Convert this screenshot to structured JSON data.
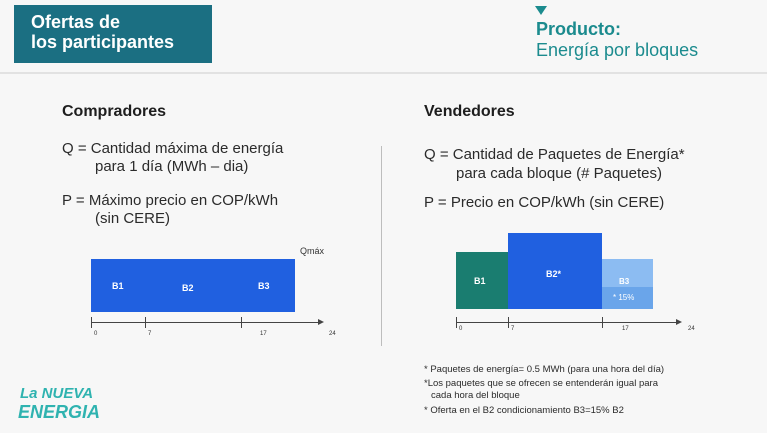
{
  "title": {
    "line1": "Ofertas de",
    "line2": "los participantes"
  },
  "product": {
    "label": "Producto:",
    "value": "Energía por bloques"
  },
  "buyers": {
    "heading": "Compradores",
    "q_line1": "Q = Cantidad máxima de energía",
    "q_line2": "para 1 día  (MWh – dia)",
    "p_line1": "P = Máximo precio en COP/kWh",
    "p_line2": "(sin CERE)",
    "qmax": "Qmáx",
    "blocks": [
      "B1",
      "B2",
      "B3"
    ],
    "ticks": [
      "0",
      "7",
      "17",
      "24"
    ]
  },
  "sellers": {
    "heading": "Vendedores",
    "q_line1": "Q = Cantidad de Paquetes de Energía*",
    "q_line2": "para cada bloque (# Paquetes)",
    "p_line1": "P = Precio en COP/kWh (sin CERE)",
    "blocks": [
      "B1",
      "B2*",
      "B3"
    ],
    "b3_pct": "* 15%",
    "ticks": [
      "0",
      "7",
      "17",
      "24"
    ]
  },
  "notes": [
    "* Paquetes de energía= 0.5 MWh (para una hora del día)",
    "*Los paquetes que se ofrecen se entenderán igual para",
    "cada hora del bloque",
    "* Oferta en el B2  condicionamiento  B3=15% B2"
  ],
  "logo": {
    "line1": "La NUEVA",
    "line2": "ENERGIA"
  },
  "colors": {
    "accent": "#1b6f82",
    "blue": "#2060e0",
    "teal": "#1a7d70",
    "lightblue": "#6aa5ea"
  }
}
